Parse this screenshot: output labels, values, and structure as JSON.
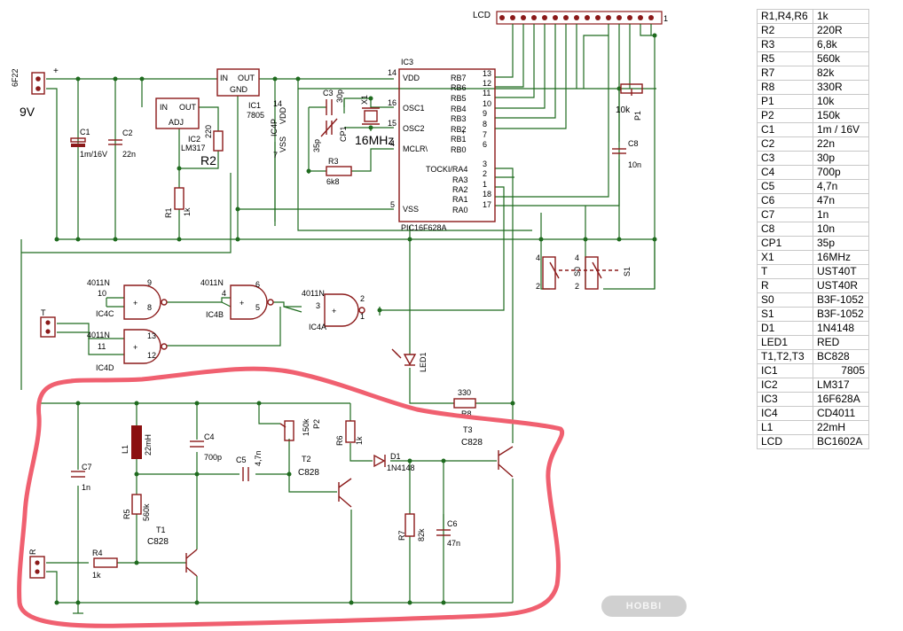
{
  "schematic": {
    "labels": {
      "lcd": "LCD",
      "battery_ref": "6F22",
      "battery_voltage": "9V",
      "plus": "+",
      "ic1_ref": "IC1",
      "ic1_value": "7805",
      "ic1_in": "IN",
      "ic1_out": "OUT",
      "ic1_gnd": "GND",
      "ic2_ref": "IC2",
      "ic2_value": "LM317",
      "ic2_in": "IN",
      "ic2_out": "OUT",
      "ic2_adj": "ADJ",
      "ic3_ref": "IC3",
      "ic3_value": "PIC16F628A",
      "ic4a": "IC4A",
      "ic4b": "IC4B",
      "ic4c": "IC4C",
      "ic4d": "IC4D",
      "gate_4011_a": "4011N",
      "gate_4011_b": "4011N",
      "gate_4011_c": "4011N",
      "gate_4011_d": "4011N",
      "c1": "C1",
      "c1_value": "1m/16V",
      "c2": "C2",
      "c2_value": "22n",
      "c3": "C3",
      "c3_value": "30p",
      "c4": "C4",
      "c4_value": "700p",
      "c5": "C5",
      "c5_value": "4,7n",
      "c6": "C6",
      "c6_value": "47n",
      "c7": "C7",
      "c7_value": "1n",
      "c8": "C8",
      "c8_value": "10n",
      "cp1": "CP1",
      "cp1_value": "35p",
      "r1": "R1",
      "r1_value": "1k",
      "r2": "R2",
      "r2_value": "220",
      "r3": "R3",
      "r3_value": "6k8",
      "r4": "R4",
      "r4_value": "1k",
      "r5": "R5",
      "r5_value": "560k",
      "r6": "R6",
      "r6_value": "1k",
      "r7": "R7",
      "r7_value": "82k",
      "r8": "R8",
      "r8_value": "330",
      "p1": "P1",
      "p1_value": "10k",
      "p2": "P2",
      "p2_value": "150k",
      "l1": "L1",
      "l1_value": "22mH",
      "x1": "X1",
      "x1_value": "16MHz",
      "d1": "D1",
      "d1_value": "1N4148",
      "led1": "LED1",
      "t1": "T1",
      "t1_value": "C828",
      "t2": "T2",
      "t2_value": "C828",
      "t3": "T3",
      "t3_value": "C828",
      "s0": "S0",
      "s1": "S1",
      "conn_t": "T",
      "conn_r": "R",
      "pin_vdd": "VDD",
      "pin_vss": "VSS",
      "pin_osc1": "OSC1",
      "pin_osc2": "OSC2",
      "pin_mclr": "MCLR\\",
      "pin_tocki": "TOCKI/RA4",
      "pin_rb7": "RB7",
      "pin_rb6": "RB6",
      "pin_rb5": "RB5",
      "pin_rb4": "RB4",
      "pin_rb3": "RB3",
      "pin_rb2": "RB2",
      "pin_rb1": "RB1",
      "pin_rb0": "RB0",
      "pin_ra3": "RA3",
      "pin_ra2": "RA2",
      "pin_ra1": "RA1",
      "pin_ra0": "RA0",
      "ic4p_vdd": "VDD",
      "ic4p_vss": "VSS",
      "ic4p": "IC4P",
      "pin14": "14",
      "pin7": "7",
      "lcd_pin1": "1"
    }
  },
  "parts_table": [
    {
      "ref": "R1,R4,R6",
      "value": "1k"
    },
    {
      "ref": "R2",
      "value": "220R"
    },
    {
      "ref": "R3",
      "value": "6,8k"
    },
    {
      "ref": "R5",
      "value": "560k"
    },
    {
      "ref": "R7",
      "value": "82k"
    },
    {
      "ref": "R8",
      "value": "330R"
    },
    {
      "ref": "P1",
      "value": "10k"
    },
    {
      "ref": "P2",
      "value": "150k"
    },
    {
      "ref": "C1",
      "value": "1m / 16V"
    },
    {
      "ref": "C2",
      "value": "22n"
    },
    {
      "ref": "C3",
      "value": "30p"
    },
    {
      "ref": "C4",
      "value": "700p"
    },
    {
      "ref": "C5",
      "value": "4,7n"
    },
    {
      "ref": "C6",
      "value": "47n"
    },
    {
      "ref": "C7",
      "value": "1n"
    },
    {
      "ref": "C8",
      "value": "10n"
    },
    {
      "ref": "CP1",
      "value": "35p"
    },
    {
      "ref": "X1",
      "value": "16MHz"
    },
    {
      "ref": "T",
      "value": "UST40T"
    },
    {
      "ref": "R",
      "value": "UST40R"
    },
    {
      "ref": "S0",
      "value": "B3F-1052"
    },
    {
      "ref": "S1",
      "value": "B3F-1052"
    },
    {
      "ref": "D1",
      "value": "1N4148"
    },
    {
      "ref": "LED1",
      "value": "RED"
    },
    {
      "ref": "T1,T2,T3",
      "value": "BC828"
    },
    {
      "ref": "IC1",
      "value": "7805"
    },
    {
      "ref": "IC2",
      "value": "LM317"
    },
    {
      "ref": "IC3",
      "value": "16F628A"
    },
    {
      "ref": "IC4",
      "value": "CD4011"
    },
    {
      "ref": "L1",
      "value": "22mH"
    },
    {
      "ref": "LCD",
      "value": "BC1602A"
    }
  ],
  "watermark": "HOBBI",
  "colors": {
    "wire": "#1f6b1f",
    "part": "#8b1a1a",
    "highlight": "#f06070",
    "inductor": "#8b1010"
  }
}
